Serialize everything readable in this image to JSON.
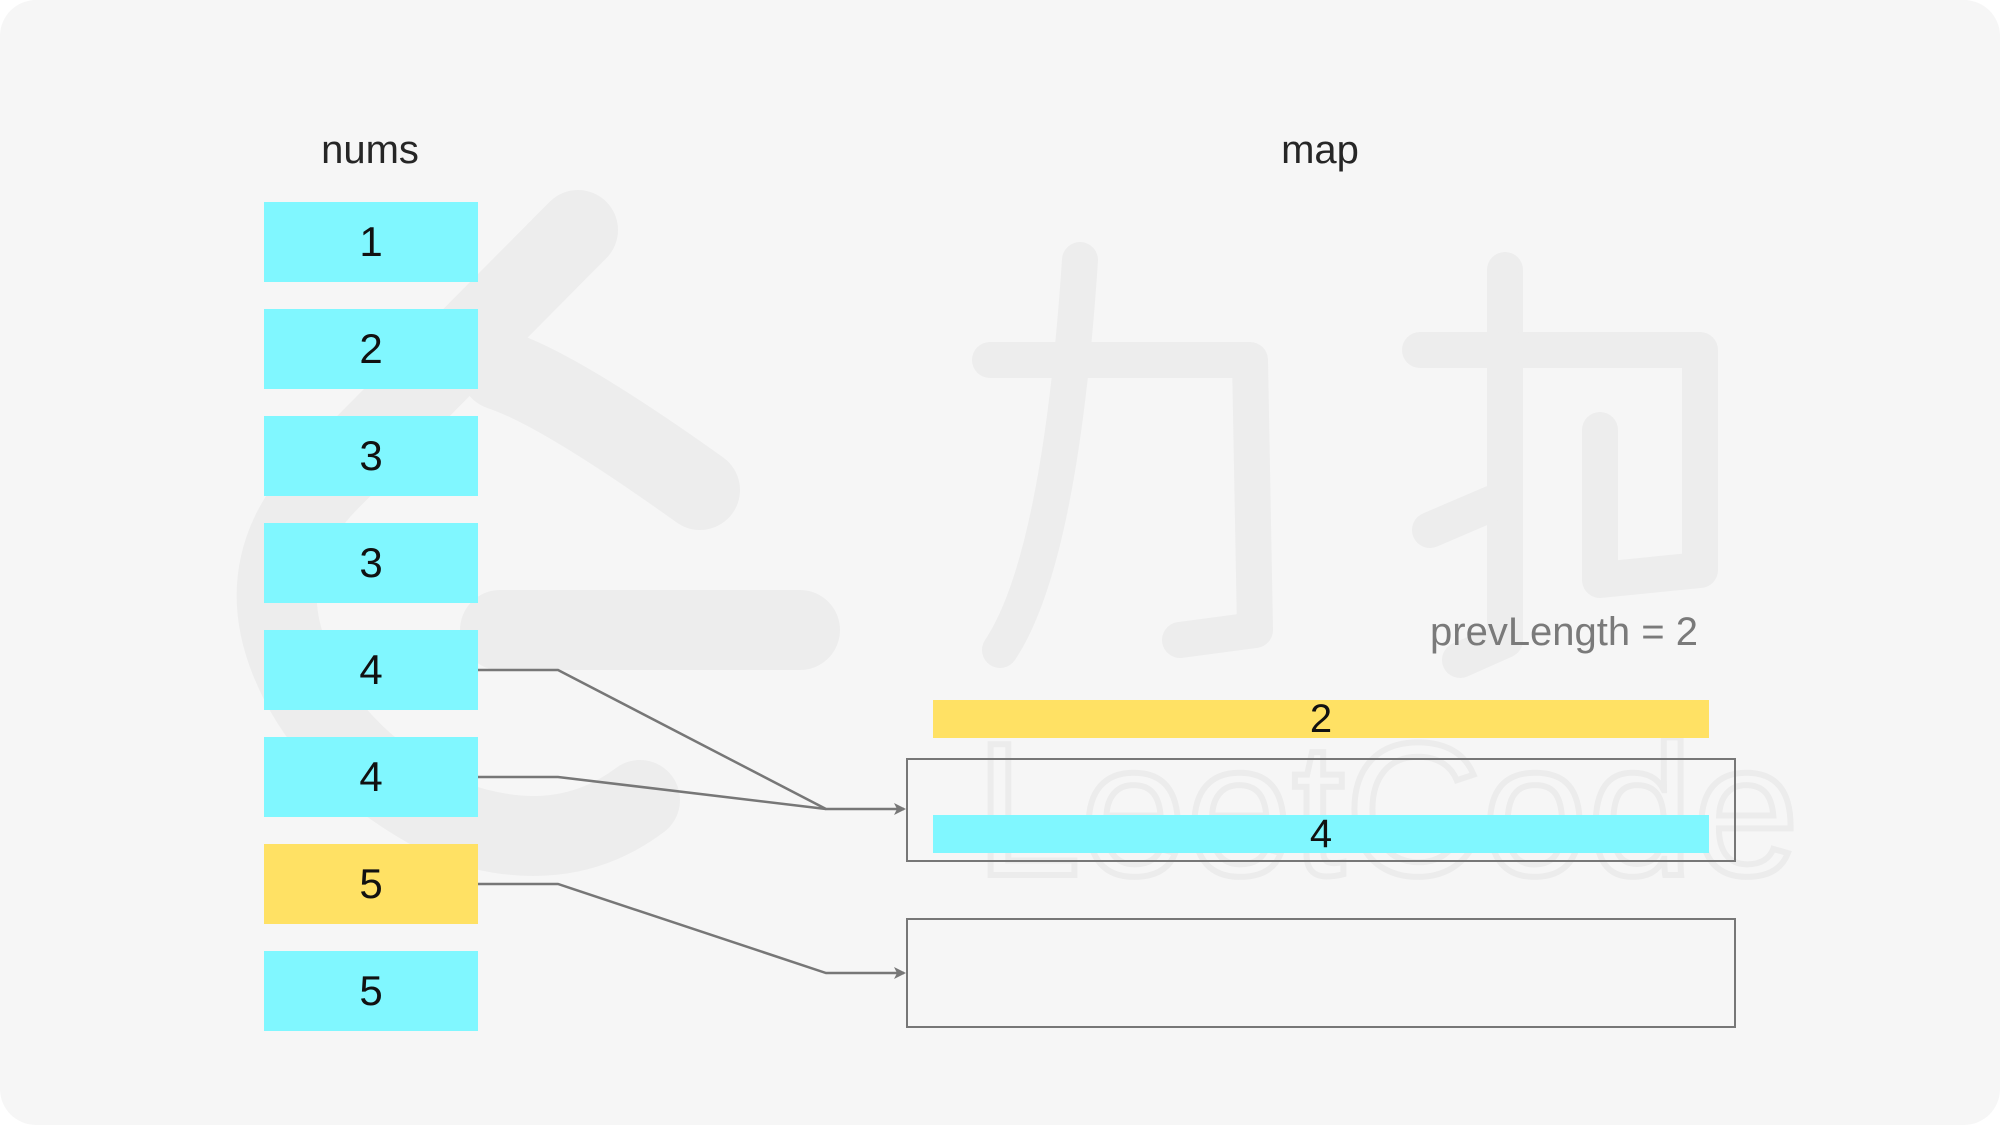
{
  "nums": {
    "title": "nums",
    "items": [
      {
        "value": "1",
        "color": "#80f7ff"
      },
      {
        "value": "2",
        "color": "#80f7ff"
      },
      {
        "value": "3",
        "color": "#80f7ff"
      },
      {
        "value": "3",
        "color": "#80f7ff"
      },
      {
        "value": "4",
        "color": "#80f7ff"
      },
      {
        "value": "4",
        "color": "#80f7ff"
      },
      {
        "value": "5",
        "color": "#ffe164"
      },
      {
        "value": "5",
        "color": "#80f7ff"
      }
    ]
  },
  "map": {
    "title": "map",
    "prev_length_label": "prevLength = 2",
    "top_bar": {
      "value": "2",
      "color": "#ffe164"
    },
    "bucket1_bar": {
      "value": "4",
      "color": "#80f7ff"
    },
    "bucket2_bar": {
      "value": ""
    }
  },
  "watermark": {
    "text": "LeetCode"
  },
  "colors": {
    "cyan": "#80f7ff",
    "yellow": "#ffe164",
    "line": "#777777",
    "background": "#f6f6f6"
  }
}
